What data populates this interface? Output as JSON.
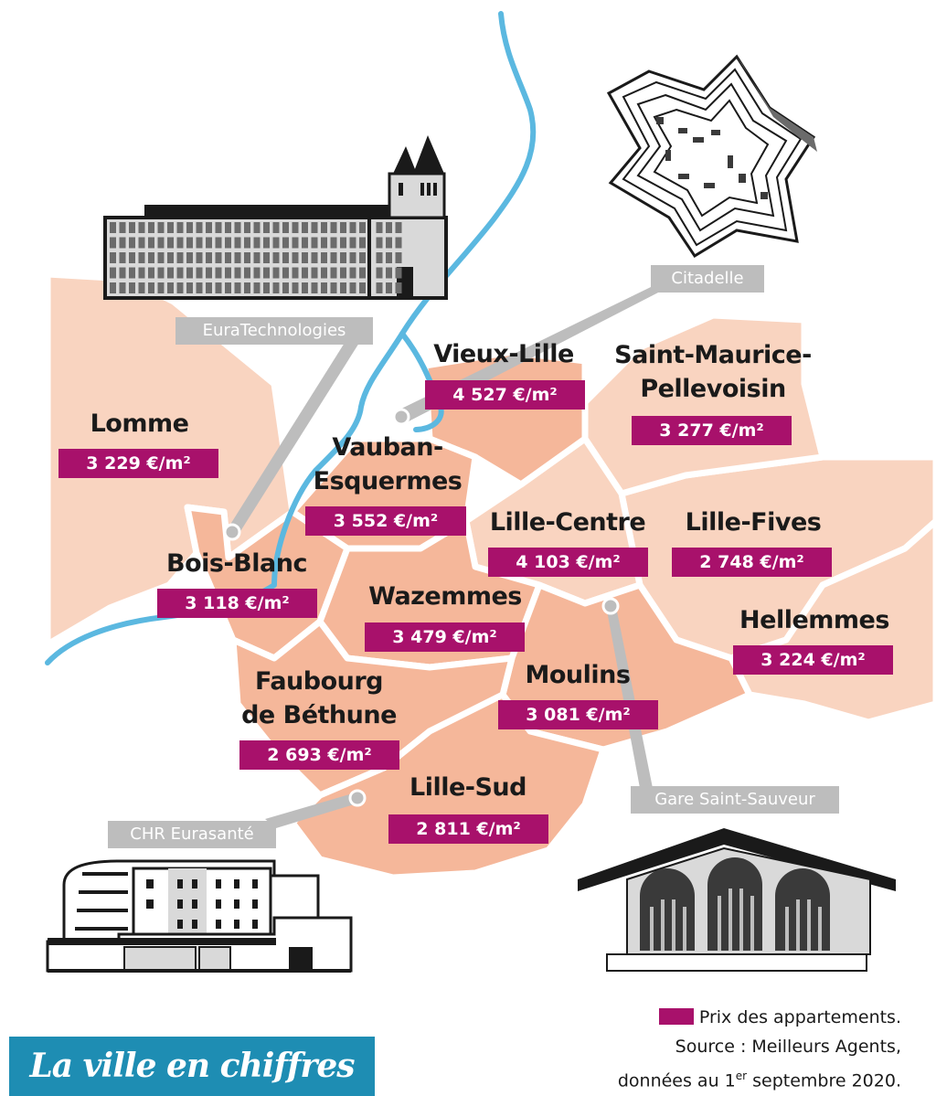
{
  "districts": [
    {
      "name": "Vieux-Lille",
      "price": "4 527 €/m²"
    },
    {
      "name": "Saint-Maurice-\nPellevoisin",
      "price": "3 277 €/m²"
    },
    {
      "name": "Lomme",
      "price": "3 229 €/m²"
    },
    {
      "name": "Vauban-\nEsquermes",
      "price": "3 552 €/m²"
    },
    {
      "name": "Lille-Centre",
      "price": "4 103 €/m²"
    },
    {
      "name": "Lille-Fives",
      "price": "2 748 €/m²"
    },
    {
      "name": "Bois-Blanc",
      "price": "3 118 €/m²"
    },
    {
      "name": "Wazemmes",
      "price": "3 479 €/m²"
    },
    {
      "name": "Hellemmes",
      "price": "3 224 €/m²"
    },
    {
      "name": "Moulins",
      "price": "3 081 €/m²"
    },
    {
      "name": "Faubourg\nde Béthune",
      "price": "2 693 €/m²"
    },
    {
      "name": "Lille-Sud",
      "price": "2 811 €/m²"
    }
  ],
  "landmarks": {
    "citadelle": "Citadelle",
    "euratechnologies": "EuraTechnologies",
    "gare": "Gare Saint-Sauveur",
    "chr": "CHR Eurasanté"
  },
  "legend": {
    "label": "Prix des appartements.",
    "source": "Source : Meilleurs Agents,",
    "date_prefix": "données au 1",
    "date_sup": "er",
    "date_suffix": " septembre 2020."
  },
  "brand": "La ville en chiffres",
  "colors": {
    "price_label": "#a8116b",
    "district_light": "#f9d4c0",
    "district_dark": "#f5b79a",
    "river": "#5bb8e0",
    "landmark_label": "#bdbdbd",
    "brand_bg": "#1e8db3"
  }
}
